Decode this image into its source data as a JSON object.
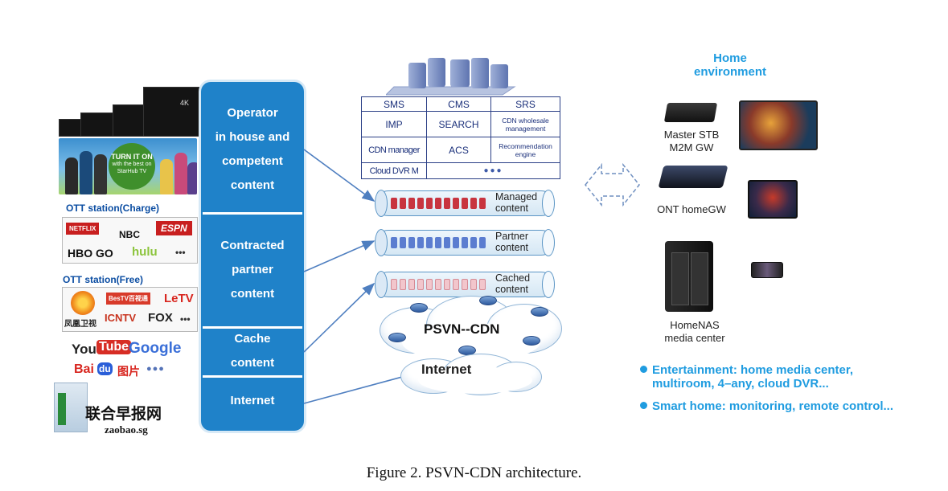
{
  "caption": "Figure 2. PSVN-CDN architecture.",
  "left": {
    "tv_label": "4K",
    "promo": {
      "line1": "TURN IT ON",
      "line2": "with the best on",
      "line3": "StarHub TV"
    },
    "ott_charge": {
      "title": "OTT station(Charge)",
      "logos": [
        "NETFLIX",
        "NBC",
        "ESPN",
        "HBO GO",
        "hulu",
        "•••"
      ]
    },
    "ott_free": {
      "title": "OTT station(Free)",
      "logos": [
        "凤凰卫视",
        "BesTV百视通",
        "LeTV",
        "ICNTV",
        "FOX",
        "•••"
      ]
    },
    "web": {
      "logos": [
        "You",
        "Tube",
        "Google",
        "Bai",
        "du",
        "图片",
        "●●●"
      ]
    },
    "news": {
      "name": "联合早报网",
      "url": "zaobao.sg"
    }
  },
  "column": {
    "operator": [
      "Operator",
      "in house and",
      "competent",
      "content"
    ],
    "partner": [
      "Contracted",
      "partner",
      "content"
    ],
    "cache": [
      "Cache",
      "content"
    ],
    "internet": "Internet"
  },
  "platform": {
    "row1": [
      "SMS",
      "CMS",
      "SRS"
    ],
    "row2": [
      "IMP",
      "SEARCH",
      "CDN wholesale management"
    ],
    "row3": [
      "CDN manager",
      "ACS",
      "Recommendation engine"
    ],
    "row4": [
      "Cloud DVR M",
      "●●●"
    ]
  },
  "pipes": {
    "managed": [
      "Managed",
      "content"
    ],
    "partner": [
      "Partner",
      "content"
    ],
    "cached": [
      "Cached",
      "content"
    ]
  },
  "network": {
    "cdn": "PSVN--CDN",
    "internet": "Internet"
  },
  "home": {
    "title": [
      "Home",
      "environment"
    ],
    "stb": [
      "Master STB",
      "M2M GW"
    ],
    "ont": "ONT homeGW",
    "nas": [
      "HomeNAS",
      "media center"
    ],
    "bullets": [
      [
        "Entertainment: home media center,",
        "multiroom, 4–any, cloud DVR..."
      ],
      [
        "Smart home: monitoring, remote control..."
      ]
    ]
  },
  "colors": {
    "blue": "#1f82c9",
    "accent": "#1f9ce0",
    "navy": "#1a2f7a",
    "arrow": "#4f7fc0"
  }
}
